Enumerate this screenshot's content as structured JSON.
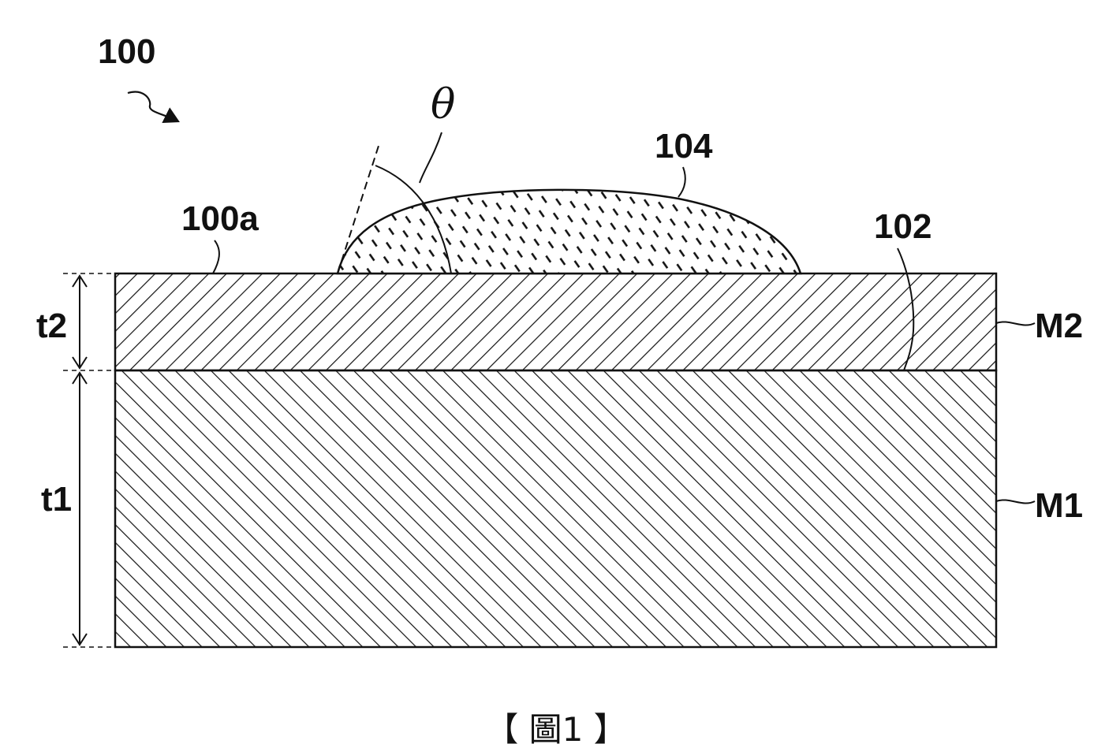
{
  "figure": {
    "labels": {
      "device": "100",
      "surface": "100a",
      "droplet": "104",
      "interface": "102",
      "angle": "θ",
      "thickness_top": "t2",
      "thickness_bottom": "t1",
      "layer_top": "M2",
      "layer_bottom": "M1"
    },
    "caption": "【 圖1 】"
  }
}
